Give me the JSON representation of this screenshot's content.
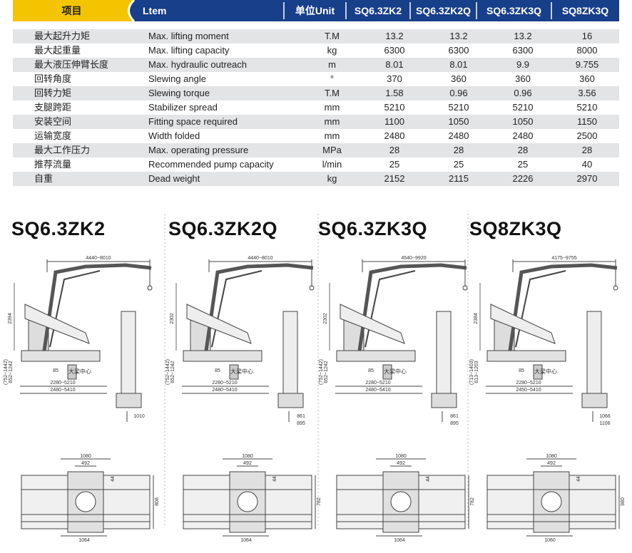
{
  "header": {
    "item_label": "项目",
    "item_en_label": "Ltem",
    "unit_label": "单位Unit",
    "models": [
      "SQ6.3ZK2",
      "SQ6.3ZK2Q",
      "SQ6.3ZK3Q",
      "SQ8ZK3Q"
    ]
  },
  "colors": {
    "header_yellow": "#f5c400",
    "header_blue": "#173f8a",
    "row_stripe": "#e3e4e6"
  },
  "specs": [
    {
      "cn": "最大起升力矩",
      "en": "Max. lifting moment",
      "unit": "T.M",
      "v": [
        "13.2",
        "13.2",
        "13.2",
        "16"
      ]
    },
    {
      "cn": "最大起重量",
      "en": "Max. lifting capacity",
      "unit": "kg",
      "v": [
        "6300",
        "6300",
        "6300",
        "8000"
      ]
    },
    {
      "cn": "最大液压伸臂长度",
      "en": "Max. hydraulic outreach",
      "unit": "m",
      "v": [
        "8.01",
        "8.01",
        "9.9",
        "9.755"
      ]
    },
    {
      "cn": "回转角度",
      "en": "Slewing angle",
      "unit": "°",
      "v": [
        "370",
        "360",
        "360",
        "360"
      ]
    },
    {
      "cn": "回转力矩",
      "en": "Slewing torque",
      "unit": "T.M",
      "v": [
        "1.58",
        "0.96",
        "0.96",
        "3.56"
      ]
    },
    {
      "cn": "支腿跨距",
      "en": "Stabilizer spread",
      "unit": "mm",
      "v": [
        "5210",
        "5210",
        "5210",
        "5210"
      ]
    },
    {
      "cn": "安装空间",
      "en": "Fitting space required",
      "unit": "mm",
      "v": [
        "1100",
        "1050",
        "1050",
        "1150"
      ]
    },
    {
      "cn": "运输宽度",
      "en": "Width folded",
      "unit": "mm",
      "v": [
        "2480",
        "2480",
        "2480",
        "2500"
      ]
    },
    {
      "cn": "最大工作压力",
      "en": "Max.  operating pressure",
      "unit": "MPa",
      "v": [
        "28",
        "28",
        "28",
        "28"
      ]
    },
    {
      "cn": "推荐流量",
      "en": "Recommended pump capacity",
      "unit": "l/min",
      "v": [
        "25",
        "25",
        "25",
        "40"
      ]
    },
    {
      "cn": "自重",
      "en": "Dead weight",
      "unit": "kg",
      "v": [
        "2152",
        "2115",
        "2226",
        "2970"
      ]
    }
  ],
  "drawings": [
    {
      "title": "SQ6.3ZK2",
      "outreach": "4440~8010",
      "height": "2394",
      "leg1": "(752~1442)",
      "leg2": "652~1242",
      "offset": "85",
      "center": "大梁中心",
      "spread": "2280~5210",
      "width": "2480~5410",
      "side_w1": "1010",
      "side_w2": "",
      "top_w": "1080",
      "top_mid": "492",
      "top_h": "808",
      "top_bot": "1064",
      "top_small": "44"
    },
    {
      "title": "SQ6.3ZK2Q",
      "outreach": "4440~8010",
      "height": "2302",
      "leg1": "(752~1442)",
      "leg2": "652~1242",
      "offset": "85",
      "center": "大梁中心",
      "spread": "2280~5210",
      "width": "2480~5410",
      "side_w1": "861",
      "side_w2": "895",
      "top_w": "1080",
      "top_mid": "492",
      "top_h": "782",
      "top_bot": "1064",
      "top_small": "44"
    },
    {
      "title": "SQ6.3ZK3Q",
      "outreach": "4540~9920",
      "height": "2302",
      "leg1": "(752~1442)",
      "leg2": "652~1242",
      "offset": "85",
      "center": "大梁中心",
      "spread": "2280~5210",
      "width": "2480~5410",
      "side_w1": "861",
      "side_w2": "895",
      "top_w": "1080",
      "top_mid": "492",
      "top_h": "782",
      "top_bot": "1064",
      "top_small": "44"
    },
    {
      "title": "SQ8ZK3Q",
      "outreach": "4175~9755",
      "height": "2384",
      "leg1": "(713~1403)",
      "leg2": "613~1203",
      "offset": "85",
      "center": "大梁中心",
      "spread": "2280~5210",
      "width": "2450~5410",
      "side_w1": "1066",
      "side_w2": "1106",
      "top_w": "1080",
      "top_mid": "492",
      "top_h": "980",
      "top_bot": "1060",
      "top_small": "44"
    }
  ]
}
